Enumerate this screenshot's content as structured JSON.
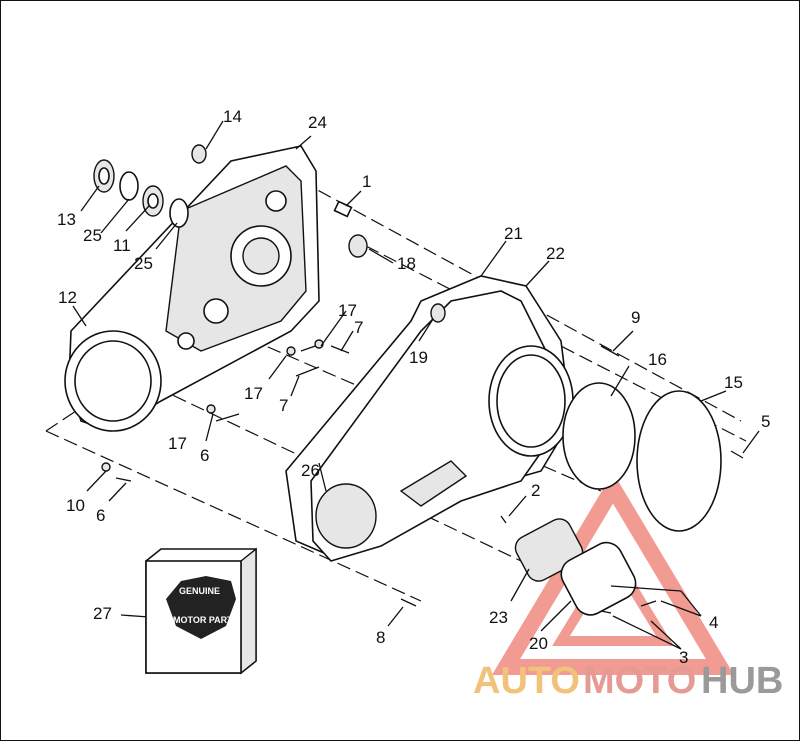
{
  "diagram": {
    "callouts": [
      "1",
      "2",
      "3",
      "4",
      "5",
      "6",
      "6",
      "7",
      "7",
      "8",
      "9",
      "10",
      "11",
      "12",
      "13",
      "14",
      "15",
      "16",
      "17",
      "17",
      "17",
      "18",
      "19",
      "20",
      "21",
      "22",
      "23",
      "24",
      "25",
      "25",
      "26",
      "27"
    ]
  },
  "product_box": {
    "badge_line1": "GENUINE",
    "badge_line2": "MOTOR PARTS"
  },
  "watermark": {
    "part1": "AUTO",
    "part2": "MOTO",
    "part3": "HUB",
    "colors": {
      "auto": "#f2c27a",
      "moto": "#e59a93",
      "hub": "#9a9a9a",
      "triangle": "#f08a80"
    }
  }
}
